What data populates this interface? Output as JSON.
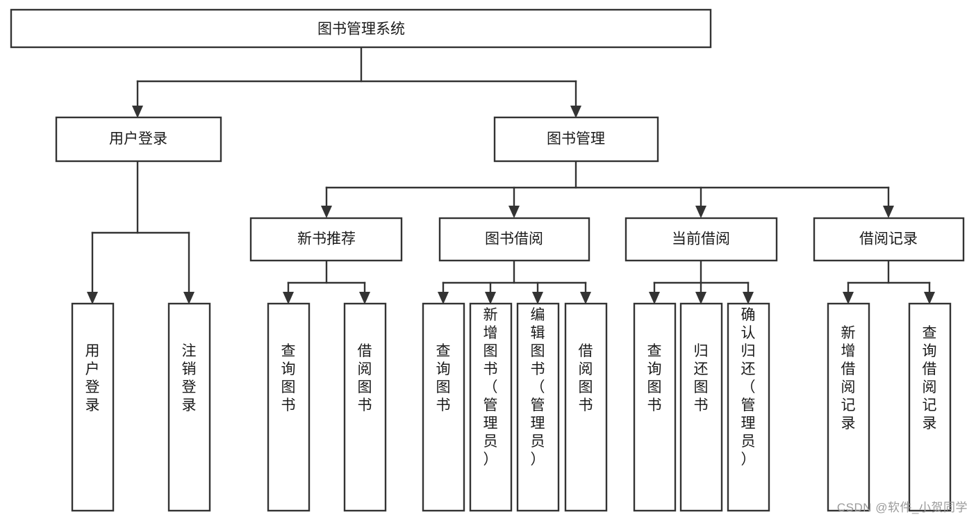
{
  "diagram": {
    "type": "tree-hierarchy-chart",
    "title": "图书管理系统",
    "watermark": "CSDN @软件_小贺同学",
    "colors": {
      "stroke": "#333333",
      "fill": "#ffffff",
      "text": "#1a1a1a",
      "watermark": "#9a9a9a"
    },
    "nodes": {
      "root": {
        "label": "图书管理系统",
        "orientation": "horizontal"
      },
      "level1": [
        {
          "id": "user-login",
          "label": "用户登录",
          "orientation": "horizontal"
        },
        {
          "id": "book-manage",
          "label": "图书管理",
          "orientation": "horizontal"
        }
      ],
      "level2": [
        {
          "id": "new-book-recommend",
          "label": "新书推荐",
          "orientation": "horizontal"
        },
        {
          "id": "book-borrow",
          "label": "图书借阅",
          "orientation": "horizontal"
        },
        {
          "id": "current-borrow",
          "label": "当前借阅",
          "orientation": "horizontal"
        },
        {
          "id": "borrow-record",
          "label": "借阅记录",
          "orientation": "horizontal"
        }
      ],
      "leaves": [
        {
          "id": "leaf-user-login",
          "label": "用户登录",
          "parent": "user-login",
          "orientation": "vertical"
        },
        {
          "id": "leaf-user-logout",
          "label": "注销登录",
          "parent": "user-login",
          "orientation": "vertical"
        },
        {
          "id": "leaf-query-book-1",
          "label": "查询图书",
          "parent": "new-book-recommend",
          "orientation": "vertical"
        },
        {
          "id": "leaf-borrow-book-1",
          "label": "借阅图书",
          "parent": "new-book-recommend",
          "orientation": "vertical"
        },
        {
          "id": "leaf-query-book-2",
          "label": "查询图书",
          "parent": "book-borrow",
          "orientation": "vertical"
        },
        {
          "id": "leaf-add-book",
          "label": "新增图书（管理员）",
          "parent": "book-borrow",
          "orientation": "vertical"
        },
        {
          "id": "leaf-edit-book",
          "label": "编辑图书（管理员）",
          "parent": "book-borrow",
          "orientation": "vertical"
        },
        {
          "id": "leaf-borrow-book-2",
          "label": "借阅图书",
          "parent": "book-borrow",
          "orientation": "vertical"
        },
        {
          "id": "leaf-query-book-3",
          "label": "查询图书",
          "parent": "current-borrow",
          "orientation": "vertical"
        },
        {
          "id": "leaf-return-book",
          "label": "归还图书",
          "parent": "current-borrow",
          "orientation": "vertical"
        },
        {
          "id": "leaf-confirm-return",
          "label": "确认归还（管理员）",
          "parent": "current-borrow",
          "orientation": "vertical"
        },
        {
          "id": "leaf-add-record",
          "label": "新增借阅记录",
          "parent": "borrow-record",
          "orientation": "vertical"
        },
        {
          "id": "leaf-query-record",
          "label": "查询借阅记录",
          "parent": "borrow-record",
          "orientation": "vertical"
        }
      ]
    }
  }
}
